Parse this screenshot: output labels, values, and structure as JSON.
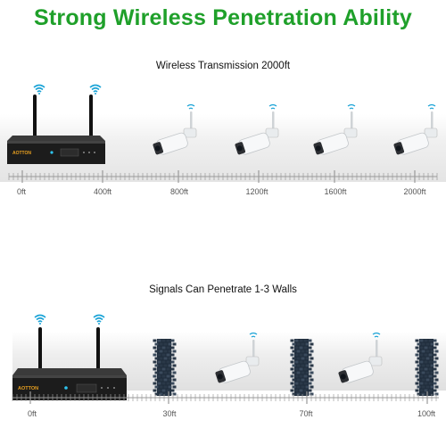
{
  "title": "Strong Wireless Penetration Ability",
  "panel1": {
    "subtitle": "Wireless Transmission 2000ft",
    "brand": "AOTTON",
    "ruler_labels": [
      "0ft",
      "400ft",
      "800ft",
      "1200ft",
      "1600ft",
      "2000ft"
    ],
    "camera_count": 4
  },
  "panel2": {
    "subtitle": "Signals Can Penetrate 1-3 Walls",
    "brand": "AOTTON",
    "ruler_labels": [
      "0ft",
      "30ft",
      "70ft",
      "100ft"
    ],
    "camera_count": 2,
    "wall_count": 3
  },
  "colors": {
    "title": "#1fa02a",
    "wifi": "#1aa3d6",
    "ruler": "#9a9a9a",
    "nvr": "#1c1c1c",
    "wall": "#1e2b3a"
  }
}
